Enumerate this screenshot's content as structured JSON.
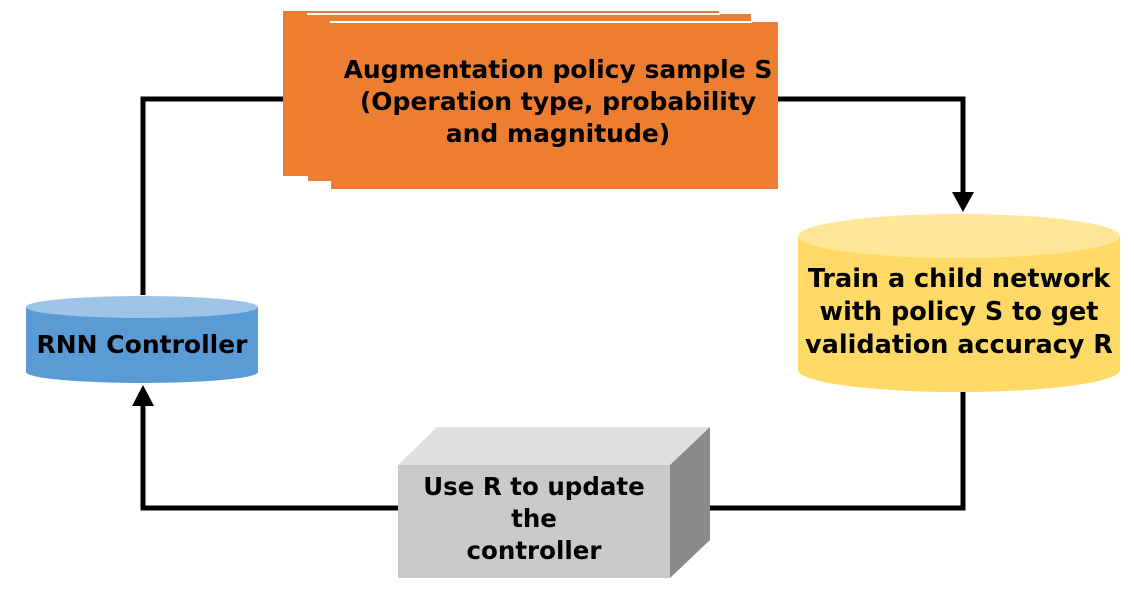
{
  "policy_sample": {
    "lines": [
      "Augmentation policy sample S",
      "(Operation type, probability",
      "and magnitude)"
    ]
  },
  "child_network": {
    "lines": [
      "Train a child network",
      "with policy S to get",
      "validation accuracy R"
    ]
  },
  "rnn_controller": {
    "label": "RNN Controller"
  },
  "update": {
    "lines": [
      "Use R to update",
      "the",
      "controller"
    ]
  },
  "colors": {
    "policy_fill": "#ed7d31",
    "child_fill": "#ffd966",
    "child_top": "#ffe699",
    "rnn_fill": "#5b9bd5",
    "rnn_top": "#9dc3e6",
    "update_front": "#c9c9c9",
    "update_top": "#e0e0e0",
    "update_side": "#8a8a8a",
    "arrow": "#000000"
  }
}
